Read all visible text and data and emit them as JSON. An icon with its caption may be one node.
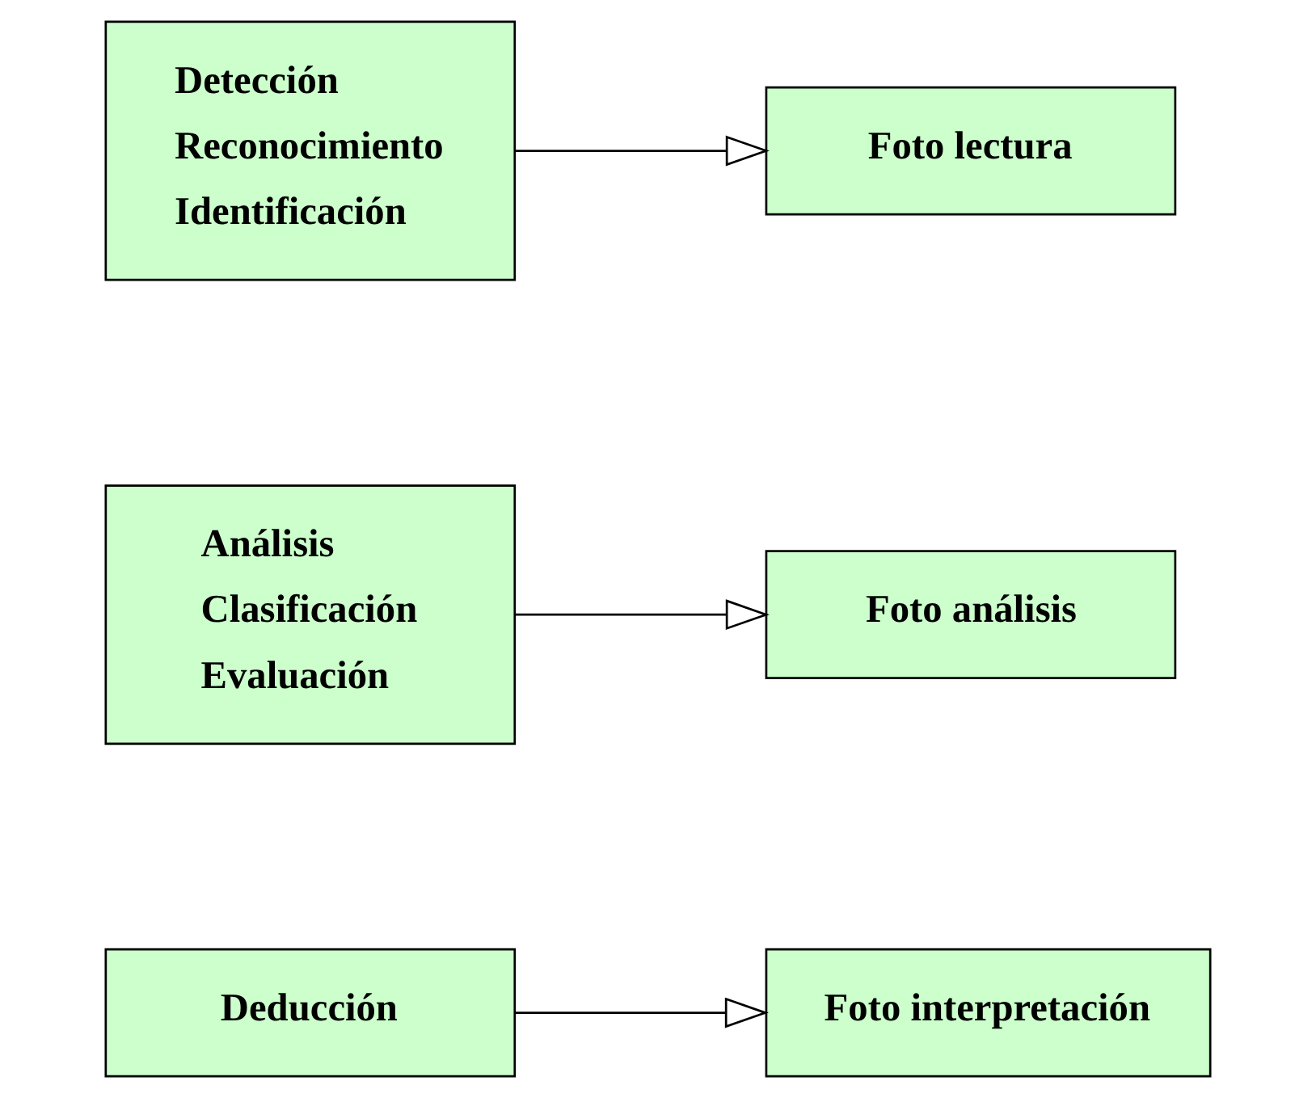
{
  "diagram": {
    "nodes": [
      {
        "text": [
          "Detección",
          "Reconocimiento",
          "Identificación"
        ]
      },
      {
        "text": [
          "Foto lectura"
        ]
      },
      {
        "text": [
          "Análisis",
          "Clasificación",
          "Evaluación"
        ]
      },
      {
        "text": [
          "Foto análisis"
        ]
      },
      {
        "text": [
          "Deducción"
        ]
      },
      {
        "text": [
          "Foto interpretación"
        ]
      }
    ],
    "edges": [
      {
        "from": 0,
        "to": 1,
        "arrow": "to"
      },
      {
        "from": 2,
        "to": 3,
        "arrow": "to"
      },
      {
        "from": 4,
        "to": 5,
        "arrow": "to"
      }
    ]
  }
}
